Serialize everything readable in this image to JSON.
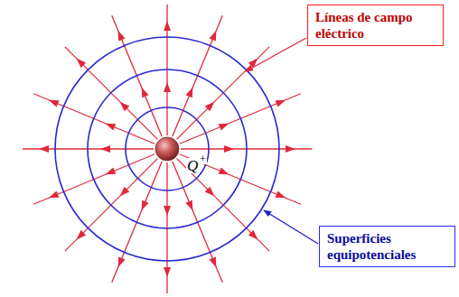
{
  "diagram": {
    "nodes": [
      {
        "text": [
          "Líneas de campo eléctrico"
        ]
      },
      {
        "text": [
          "Superficies equipotenciales"
        ]
      }
    ],
    "labels": [
      "Q",
      "+"
    ]
  }
}
